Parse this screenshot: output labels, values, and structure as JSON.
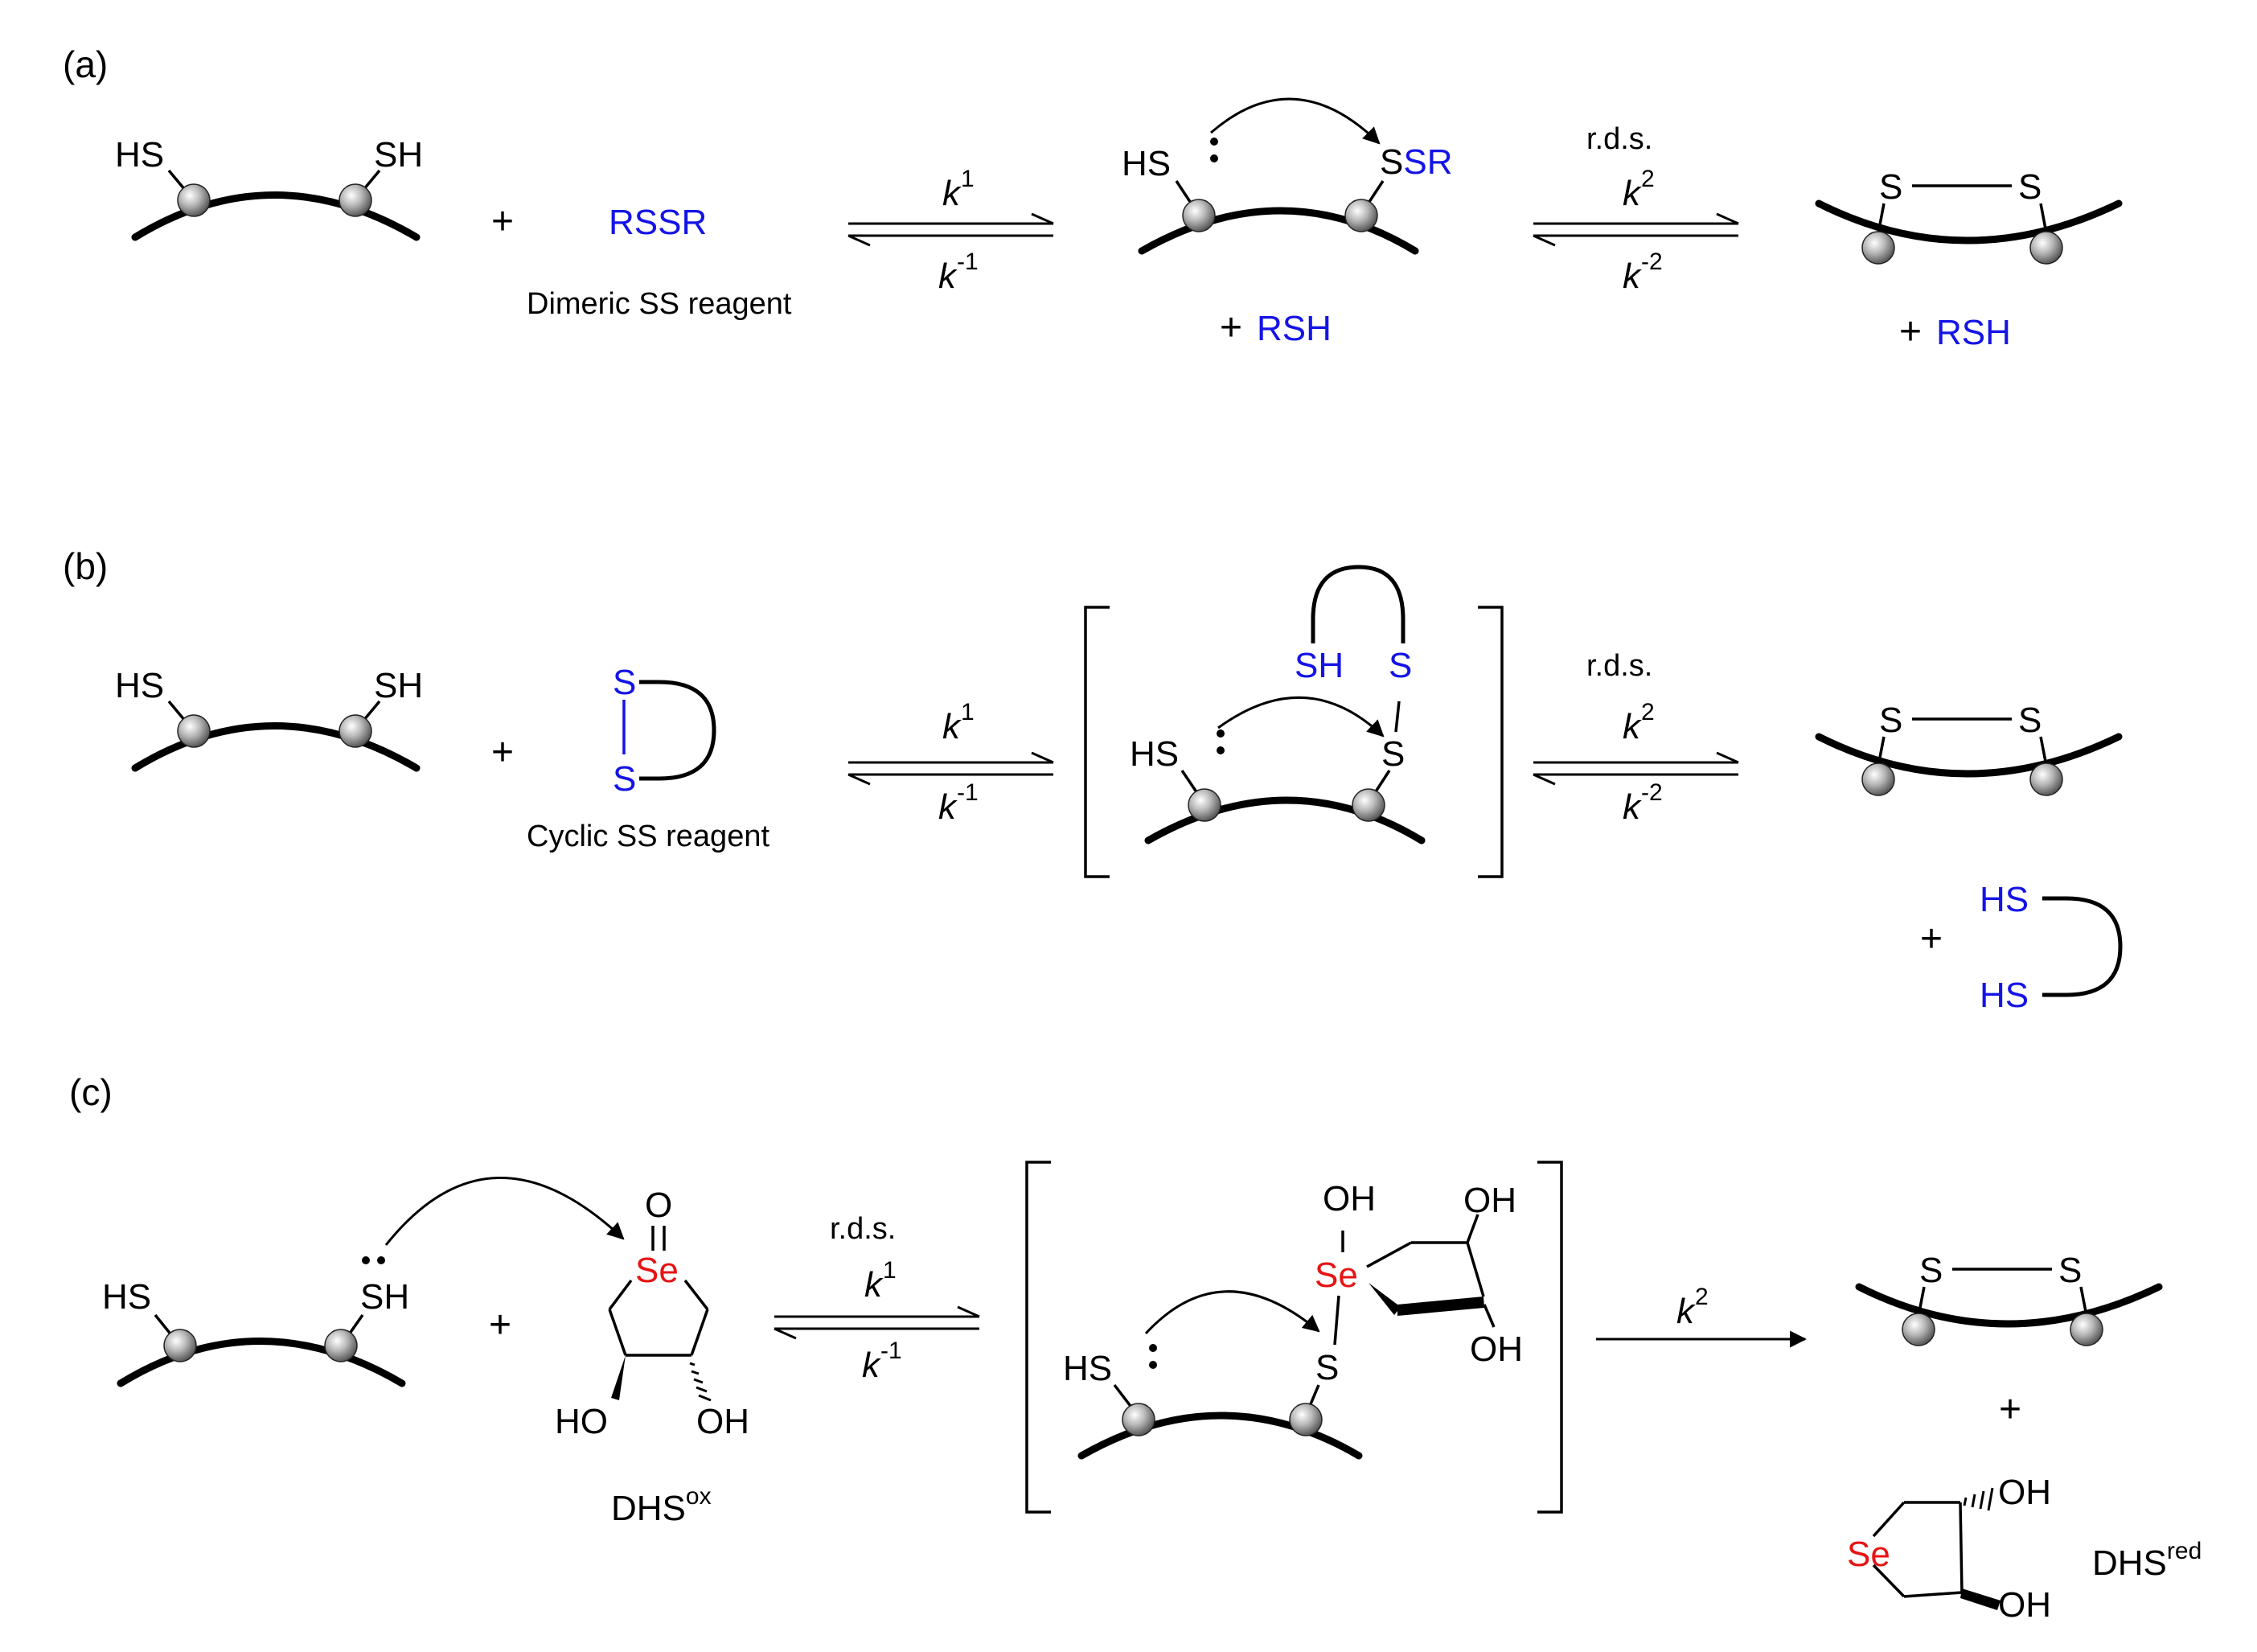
{
  "panels": {
    "a": "(a)",
    "b": "(b)",
    "c": "(c)"
  },
  "atoms": {
    "HS": "HS",
    "SH": "SH",
    "S": "S",
    "SSR": "SSR",
    "SSR_S": "S",
    "SSR_SR": "SR",
    "Se": "Se",
    "O": "O",
    "OH": "OH",
    "HO": "HO"
  },
  "reagents": {
    "dimeric": "RSSR",
    "rsh": "RSH",
    "plus": "+",
    "dimeric_caption": "Dimeric SS reagent",
    "cyclic_caption": "Cyclic SS reagent",
    "dhs_ox_base": "DHS",
    "dhs_ox_sup": "ox",
    "dhs_red_base": "DHS",
    "dhs_red_sup": "red"
  },
  "kinetics": {
    "rds": "r.d.s.",
    "k": "k",
    "sup1": "1",
    "sup_neg1": "-1",
    "sup2": "2",
    "sup_neg2": "-2"
  },
  "colors": {
    "reagent": "#1414e6",
    "selenium": "#e61414",
    "ink": "#000000"
  }
}
